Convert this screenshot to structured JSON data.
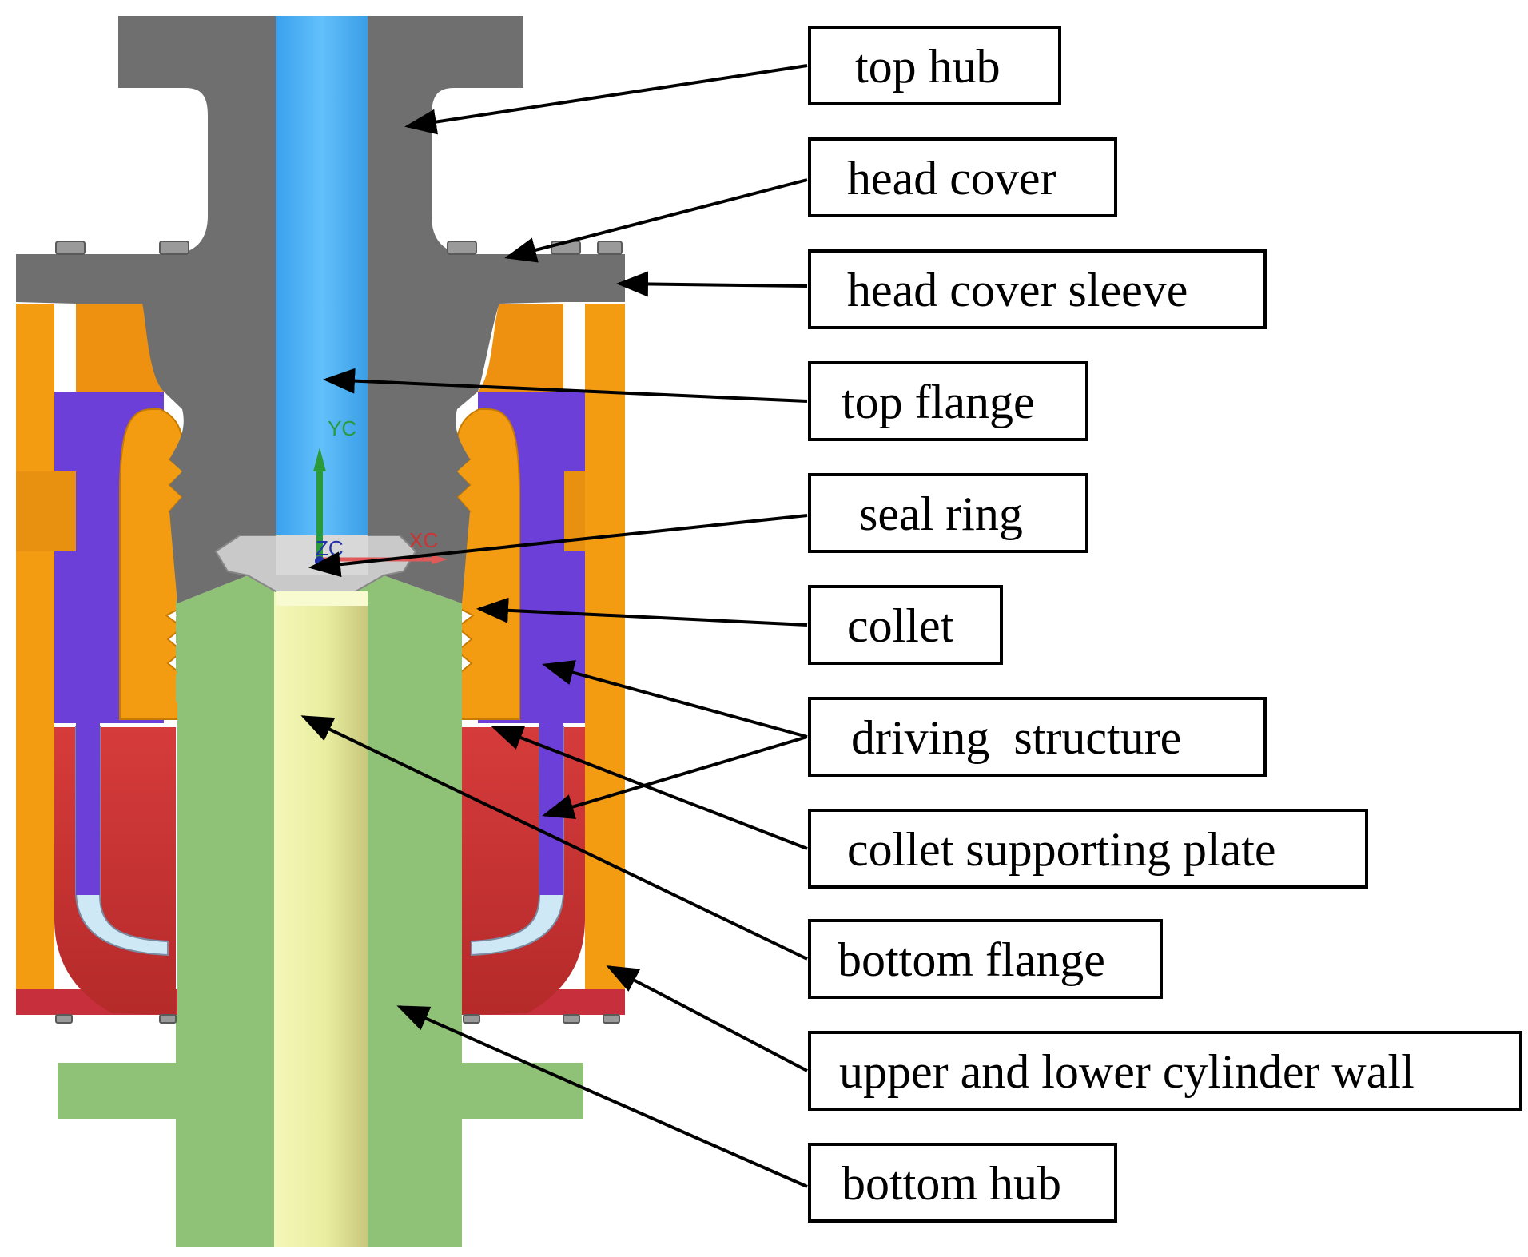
{
  "labels": {
    "top_hub": "top hub",
    "head_cover": "head cover",
    "head_cover_sleeve": "head cover sleeve",
    "top_flange": "top flange",
    "seal_ring": "seal ring",
    "collet": "collet",
    "driving_structure": "driving  structure",
    "collet_supporting_plate": "collet supporting plate",
    "bottom_flange": "bottom flange",
    "cylinder_wall": "upper and lower cylinder wall",
    "bottom_hub": "bottom hub"
  },
  "axis_triad": {
    "y": "YC",
    "x": "XC",
    "z": "ZC"
  },
  "colors": {
    "hub_gray": "#6f6f6f",
    "top_flange_blue": "#5ab8f5",
    "cylinder_orange": "#f39c12",
    "driving_purple": "#6b3fd8",
    "plate_red": "#d43a3a",
    "bottom_green": "#8fc177",
    "core_yellow": "#eef2a6",
    "seal_silver": "#c9c9c9",
    "light_blue": "#cfe8f5"
  }
}
